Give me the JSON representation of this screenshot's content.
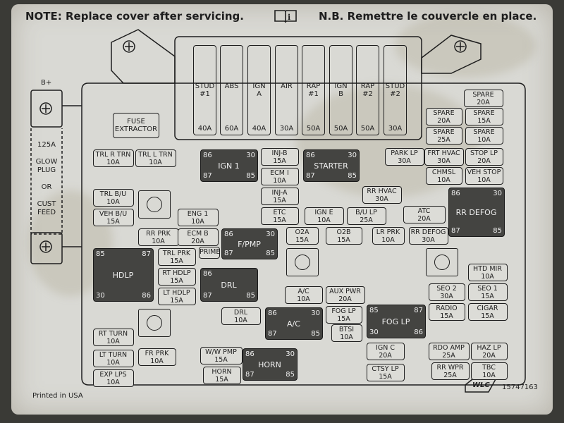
{
  "header": {
    "note_en": "NOTE: Replace cover after servicing.",
    "note_fr": "N.B. Remettre le couvercle en place.",
    "book_icon": "info-book-icon"
  },
  "battery": {
    "label": "B+",
    "text": [
      "125A",
      "GLOW",
      "PLUG",
      "OR",
      "CUST",
      "FEED"
    ]
  },
  "fuse_extractor": "FUSE\nEXTRACTOR",
  "maxi_fuses": [
    {
      "name": "STUD\n#1",
      "amp": "40A"
    },
    {
      "name": "ABS",
      "amp": "60A"
    },
    {
      "name": "IGN\nA",
      "amp": "40A"
    },
    {
      "name": "AIR",
      "amp": "30A"
    },
    {
      "name": "RAP\n#1",
      "amp": "50A"
    },
    {
      "name": "IGN\nB",
      "amp": "50A"
    },
    {
      "name": "RAP\n#2",
      "amp": "50A"
    },
    {
      "name": "STUD\n#2",
      "amp": "30A"
    }
  ],
  "fuses": [
    {
      "name": "TRL R TRN",
      "amp": "10A"
    },
    {
      "name": "TRL L TRN",
      "amp": "10A"
    },
    {
      "name": "INJ-B",
      "amp": "15A"
    },
    {
      "name": "ECM I",
      "amp": "10A"
    },
    {
      "name": "INJ-A",
      "amp": "15A"
    },
    {
      "name": "SPARE",
      "amp": "20A"
    },
    {
      "name": "SPARE",
      "amp": "20A"
    },
    {
      "name": "SPARE",
      "amp": "15A"
    },
    {
      "name": "SPARE",
      "amp": "25A"
    },
    {
      "name": "SPARE",
      "amp": "10A"
    },
    {
      "name": "PARK LP",
      "amp": "30A"
    },
    {
      "name": "FRT HVAC",
      "amp": "30A"
    },
    {
      "name": "STOP LP",
      "amp": "20A"
    },
    {
      "name": "CHMSL",
      "amp": "10A"
    },
    {
      "name": "VEH STOP",
      "amp": "10A"
    },
    {
      "name": "TRL B/U",
      "amp": "10A"
    },
    {
      "name": "VEH B/U",
      "amp": "15A"
    },
    {
      "name": "ENG 1",
      "amp": "10A"
    },
    {
      "name": "RR HVAC",
      "amp": "30A"
    },
    {
      "name": "ETC",
      "amp": "15A"
    },
    {
      "name": "IGN E",
      "amp": "10A"
    },
    {
      "name": "B/U LP",
      "amp": "25A"
    },
    {
      "name": "ATC",
      "amp": "20A"
    },
    {
      "name": "RR PRK",
      "amp": "10A"
    },
    {
      "name": "ECM B",
      "amp": "20A"
    },
    {
      "name": "O2A",
      "amp": "15A"
    },
    {
      "name": "O2B",
      "amp": "15A"
    },
    {
      "name": "LR PRK",
      "amp": "10A"
    },
    {
      "name": "RR DEFOG",
      "amp": "30A"
    },
    {
      "name": "TRL PRK",
      "amp": "15A"
    },
    {
      "name": "PRIME",
      "amp": ""
    },
    {
      "name": "RT HDLP",
      "amp": "15A"
    },
    {
      "name": "LT HDLP",
      "amp": "15A"
    },
    {
      "name": "HTD MIR",
      "amp": "10A"
    },
    {
      "name": "A/C",
      "amp": "10A"
    },
    {
      "name": "AUX PWR",
      "amp": "20A"
    },
    {
      "name": "SEO 2",
      "amp": "30A"
    },
    {
      "name": "SEO 1",
      "amp": "15A"
    },
    {
      "name": "DRL",
      "amp": "10A"
    },
    {
      "name": "FOG LP",
      "amp": "15A"
    },
    {
      "name": "RADIO",
      "amp": "15A"
    },
    {
      "name": "CIGAR",
      "amp": "15A"
    },
    {
      "name": "BTSI",
      "amp": "10A"
    },
    {
      "name": "RT TURN",
      "amp": "10A"
    },
    {
      "name": "LT TURN",
      "amp": "10A"
    },
    {
      "name": "FR PRK",
      "amp": "10A"
    },
    {
      "name": "W/W PMP",
      "amp": "15A"
    },
    {
      "name": "IGN C",
      "amp": "20A"
    },
    {
      "name": "RDO AMP",
      "amp": "25A"
    },
    {
      "name": "HAZ LP",
      "amp": "20A"
    },
    {
      "name": "EXP LPS",
      "amp": "10A"
    },
    {
      "name": "HORN",
      "amp": "15A"
    },
    {
      "name": "CTSY LP",
      "amp": "15A"
    },
    {
      "name": "RR WPR",
      "amp": "25A"
    },
    {
      "name": "TBC",
      "amp": "10A"
    }
  ],
  "relays": [
    {
      "name": "IGN 1",
      "pins": [
        "86",
        "30",
        "87",
        "85"
      ]
    },
    {
      "name": "STARTER",
      "pins": [
        "86",
        "30",
        "87",
        "85"
      ]
    },
    {
      "name": "RR DEFOG",
      "pins": [
        "86",
        "30",
        "87",
        "85"
      ]
    },
    {
      "name": "F/PMP",
      "pins": [
        "86",
        "30",
        "87",
        "85"
      ]
    },
    {
      "name": "HDLP",
      "pins": [
        "85",
        "87",
        "30",
        "86"
      ]
    },
    {
      "name": "DRL",
      "pins": [
        "86",
        "",
        "87",
        "85"
      ]
    },
    {
      "name": "A/C",
      "pins": [
        "86",
        "30",
        "87",
        "85"
      ]
    },
    {
      "name": "FOG LP",
      "pins": [
        "85",
        "87",
        "30",
        "86"
      ]
    },
    {
      "name": "HORN",
      "pins": [
        "86",
        "30",
        "87",
        "85"
      ]
    }
  ],
  "footer": {
    "printed": "Printed in USA",
    "logo": "WLC",
    "part_number": "15747163"
  }
}
